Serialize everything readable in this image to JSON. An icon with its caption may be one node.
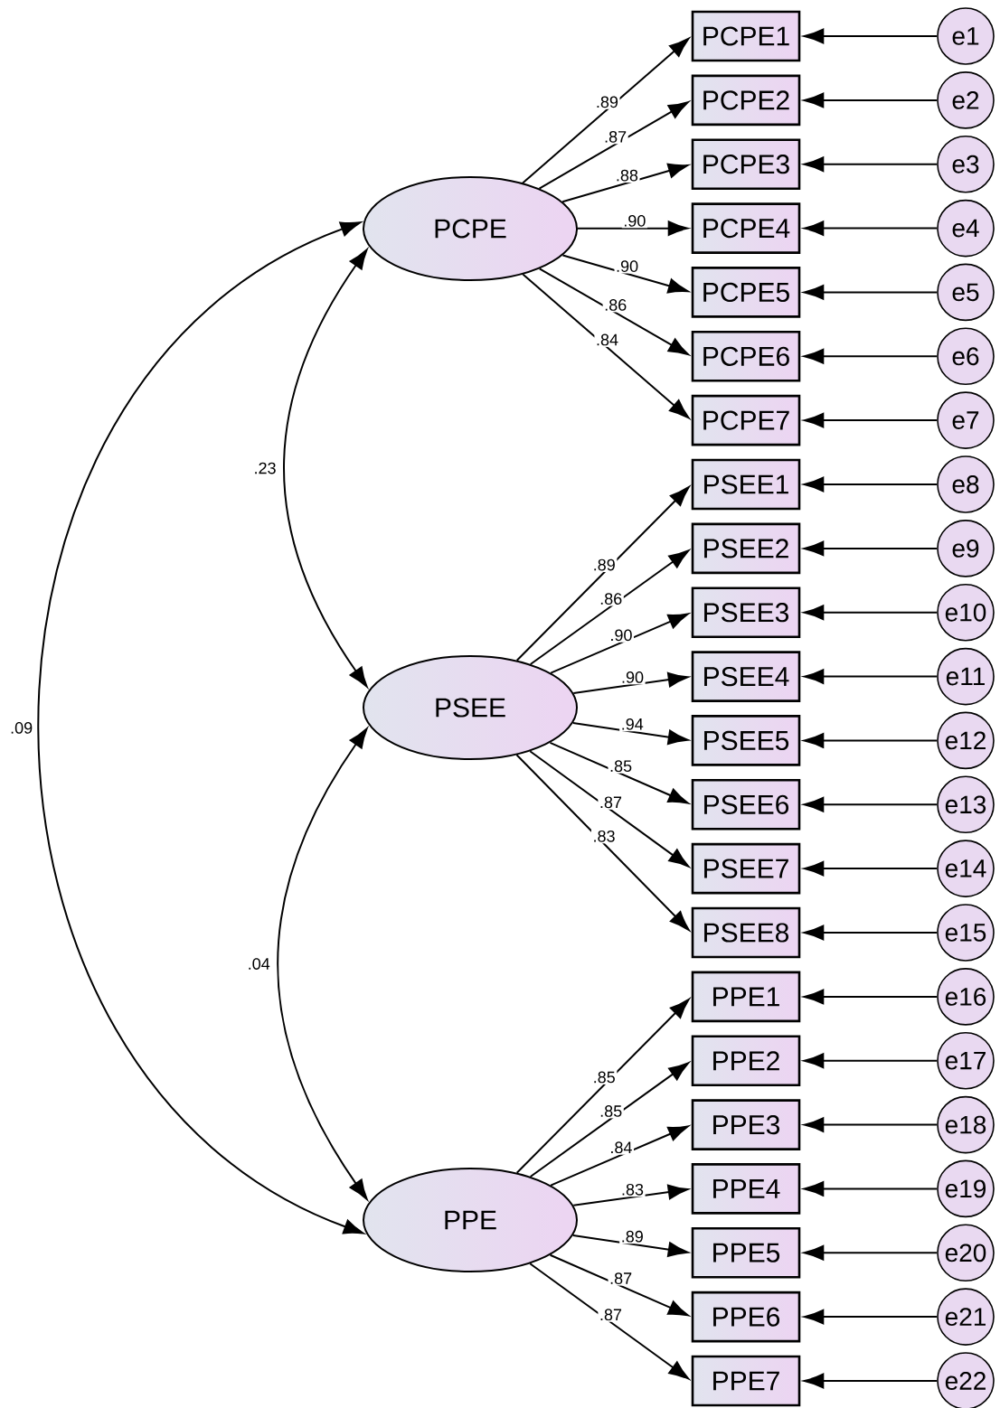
{
  "diagram": {
    "nodes": [
      {
        "text": [
          "PCPE"
        ]
      },
      {
        "text": [
          "PSEE"
        ]
      },
      {
        "text": [
          "PPE"
        ]
      },
      {
        "text": [
          "PCPE1"
        ]
      },
      {
        "text": [
          "PCPE2"
        ]
      },
      {
        "text": [
          "PCPE3"
        ]
      },
      {
        "text": [
          "PCPE4"
        ]
      },
      {
        "text": [
          "PCPE5"
        ]
      },
      {
        "text": [
          "PCPE6"
        ]
      },
      {
        "text": [
          "PCPE7"
        ]
      },
      {
        "text": [
          "PSEE1"
        ]
      },
      {
        "text": [
          "PSEE2"
        ]
      },
      {
        "text": [
          "PSEE3"
        ]
      },
      {
        "text": [
          "PSEE4"
        ]
      },
      {
        "text": [
          "PSEE5"
        ]
      },
      {
        "text": [
          "PSEE6"
        ]
      },
      {
        "text": [
          "PSEE7"
        ]
      },
      {
        "text": [
          "PSEE8"
        ]
      },
      {
        "text": [
          "PPE1"
        ]
      },
      {
        "text": [
          "PPE2"
        ]
      },
      {
        "text": [
          "PPE3"
        ]
      },
      {
        "text": [
          "PPE4"
        ]
      },
      {
        "text": [
          "PPE5"
        ]
      },
      {
        "text": [
          "PPE6"
        ]
      },
      {
        "text": [
          "PPE7"
        ]
      },
      {
        "text": [
          "e1"
        ]
      },
      {
        "text": [
          "e2"
        ]
      },
      {
        "text": [
          "e3"
        ]
      },
      {
        "text": [
          "e4"
        ]
      },
      {
        "text": [
          "e5"
        ]
      },
      {
        "text": [
          "e6"
        ]
      },
      {
        "text": [
          "e7"
        ]
      },
      {
        "text": [
          "e8"
        ]
      },
      {
        "text": [
          "e9"
        ]
      },
      {
        "text": [
          "e10"
        ]
      },
      {
        "text": [
          "e11"
        ]
      },
      {
        "text": [
          "e12"
        ]
      },
      {
        "text": [
          "e13"
        ]
      },
      {
        "text": [
          "e14"
        ]
      },
      {
        "text": [
          "e15"
        ]
      },
      {
        "text": [
          "e16"
        ]
      },
      {
        "text": [
          "e17"
        ]
      },
      {
        "text": [
          "e18"
        ]
      },
      {
        "text": [
          "e19"
        ]
      },
      {
        "text": [
          "e20"
        ]
      },
      {
        "text": [
          "e21"
        ]
      },
      {
        "text": [
          "e22"
        ]
      }
    ],
    "edges": [
      {
        "from": 0,
        "to": 3,
        "arrow": "to",
        "label": ".89"
      },
      {
        "from": 0,
        "to": 4,
        "arrow": "to",
        "label": ".87"
      },
      {
        "from": 0,
        "to": 5,
        "arrow": "to",
        "label": ".88"
      },
      {
        "from": 0,
        "to": 6,
        "arrow": "to",
        "label": ".90"
      },
      {
        "from": 0,
        "to": 7,
        "arrow": "to",
        "label": ".90"
      },
      {
        "from": 0,
        "to": 8,
        "arrow": "to",
        "label": ".86"
      },
      {
        "from": 0,
        "to": 9,
        "arrow": "to",
        "label": ".84"
      },
      {
        "from": 1,
        "to": 10,
        "arrow": "to",
        "label": ".89"
      },
      {
        "from": 1,
        "to": 11,
        "arrow": "to",
        "label": ".86"
      },
      {
        "from": 1,
        "to": 12,
        "arrow": "to",
        "label": ".90"
      },
      {
        "from": 1,
        "to": 13,
        "arrow": "to",
        "label": ".90"
      },
      {
        "from": 1,
        "to": 14,
        "arrow": "to",
        "label": ".94"
      },
      {
        "from": 1,
        "to": 15,
        "arrow": "to",
        "label": ".85"
      },
      {
        "from": 1,
        "to": 16,
        "arrow": "to",
        "label": ".87"
      },
      {
        "from": 1,
        "to": 17,
        "arrow": "to",
        "label": ".83"
      },
      {
        "from": 2,
        "to": 18,
        "arrow": "to",
        "label": ".85"
      },
      {
        "from": 2,
        "to": 19,
        "arrow": "to",
        "label": ".85"
      },
      {
        "from": 2,
        "to": 20,
        "arrow": "to",
        "label": ".84"
      },
      {
        "from": 2,
        "to": 21,
        "arrow": "to",
        "label": ".83"
      },
      {
        "from": 2,
        "to": 22,
        "arrow": "to",
        "label": ".89"
      },
      {
        "from": 2,
        "to": 23,
        "arrow": "to",
        "label": ".87"
      },
      {
        "from": 2,
        "to": 24,
        "arrow": "to",
        "label": ".87"
      },
      {
        "from": 25,
        "to": 3,
        "arrow": "to"
      },
      {
        "from": 26,
        "to": 4,
        "arrow": "to"
      },
      {
        "from": 27,
        "to": 5,
        "arrow": "to"
      },
      {
        "from": 28,
        "to": 6,
        "arrow": "to"
      },
      {
        "from": 29,
        "to": 7,
        "arrow": "to"
      },
      {
        "from": 30,
        "to": 8,
        "arrow": "to"
      },
      {
        "from": 31,
        "to": 9,
        "arrow": "to"
      },
      {
        "from": 32,
        "to": 10,
        "arrow": "to"
      },
      {
        "from": 33,
        "to": 11,
        "arrow": "to"
      },
      {
        "from": 34,
        "to": 12,
        "arrow": "to"
      },
      {
        "from": 35,
        "to": 13,
        "arrow": "to"
      },
      {
        "from": 36,
        "to": 14,
        "arrow": "to"
      },
      {
        "from": 37,
        "to": 15,
        "arrow": "to"
      },
      {
        "from": 38,
        "to": 16,
        "arrow": "to"
      },
      {
        "from": 39,
        "to": 17,
        "arrow": "to"
      },
      {
        "from": 40,
        "to": 18,
        "arrow": "to"
      },
      {
        "from": 41,
        "to": 19,
        "arrow": "to"
      },
      {
        "from": 42,
        "to": 20,
        "arrow": "to"
      },
      {
        "from": 43,
        "to": 21,
        "arrow": "to"
      },
      {
        "from": 44,
        "to": 22,
        "arrow": "to"
      },
      {
        "from": 45,
        "to": 23,
        "arrow": "to"
      },
      {
        "from": 46,
        "to": 24,
        "arrow": "to"
      },
      {
        "from": 0,
        "to": 1,
        "arrow": "both",
        "label": ".23"
      },
      {
        "from": 1,
        "to": 2,
        "arrow": "both",
        "label": ".04"
      },
      {
        "from": 0,
        "to": 2,
        "arrow": "both",
        "label": ".09"
      }
    ]
  }
}
